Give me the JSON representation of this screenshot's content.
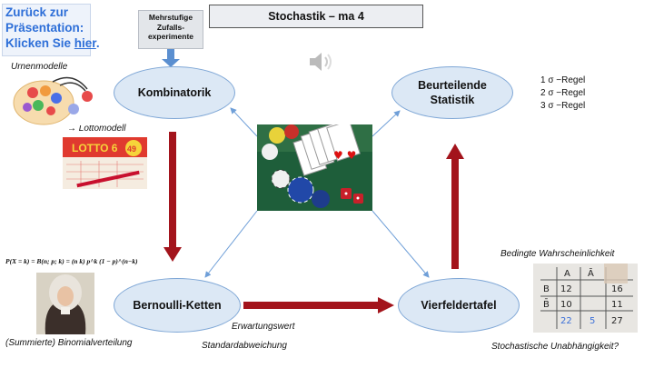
{
  "back": {
    "line1": "Zurück zur",
    "line2": "Präsentation:",
    "line3_prefix": "Klicken Sie ",
    "link": "hier",
    "line3_suffix": "."
  },
  "title": "Stochastik – ma 4",
  "callout": {
    "line1": "Mehrstufige",
    "line2": "Zufalls-",
    "line3": "experimente"
  },
  "nodes": {
    "kombinatorik": "Kombinatorik",
    "statistik_line1": "Beurteilende",
    "statistik_line2": "Statistik",
    "bernoulli": "Bernoulli-Ketten",
    "vierfelder": "Vierfeldertafel"
  },
  "labels": {
    "urnenmodelle": "Urnenmodelle",
    "lottomodell": "Lottomodell",
    "formula": "P(X = k) = B(n; p; k) = (n k) p^k (1 − p)^(n−k)",
    "binomial": "(Summierte) Binomialverteilung",
    "erwartungswert": "Erwartungswert",
    "standardabweichung": "Standardabweichung",
    "bedingte": "Bedingte Wahrscheinlichkeit",
    "unabhaengigkeit": "Stochastische Unabhängigkeit?"
  },
  "sigma_rules": [
    "1 σ −Regel",
    "2 σ −Regel",
    "3 σ −Regel"
  ],
  "table_values": [
    "A",
    "Ā",
    "B",
    "12",
    "16",
    "B̄",
    "10",
    "11",
    "22",
    "5",
    "27"
  ],
  "colors": {
    "node_fill": "#dce8f5",
    "node_border": "#7fa7d6",
    "arrow_red": "#a3141c",
    "link_blue": "#2e6fd8",
    "line_blue": "#6f9fd8"
  }
}
